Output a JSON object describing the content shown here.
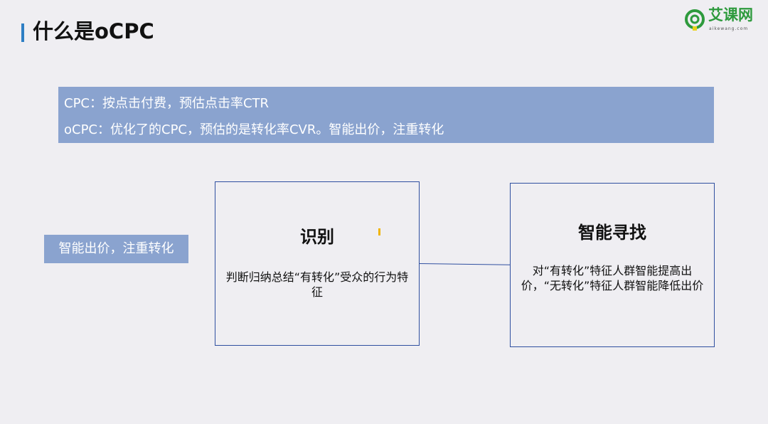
{
  "title": "什么是oCPC",
  "logo": {
    "name": "艾课网",
    "domain": "aikewang.com",
    "color": "#2e9a3d"
  },
  "banner": {
    "line1": "CPC：按点击付费，预估点击率CTR",
    "line2": "oCPC：优化了的CPC，预估的是转化率CVR。智能出价，注重转化"
  },
  "side_label": "智能出价，注重转化",
  "boxes": [
    {
      "title": "识别",
      "text": "判断归纳总结“有转化”受众的行为特征"
    },
    {
      "title": "智能寻找",
      "text": "对“有转化”特征人群智能提高出价，“无转化”特征人群智能降低出价"
    }
  ],
  "colors": {
    "accent": "#2e7fc4",
    "banner": "#8aa3cf",
    "border": "#2f4fa0"
  }
}
